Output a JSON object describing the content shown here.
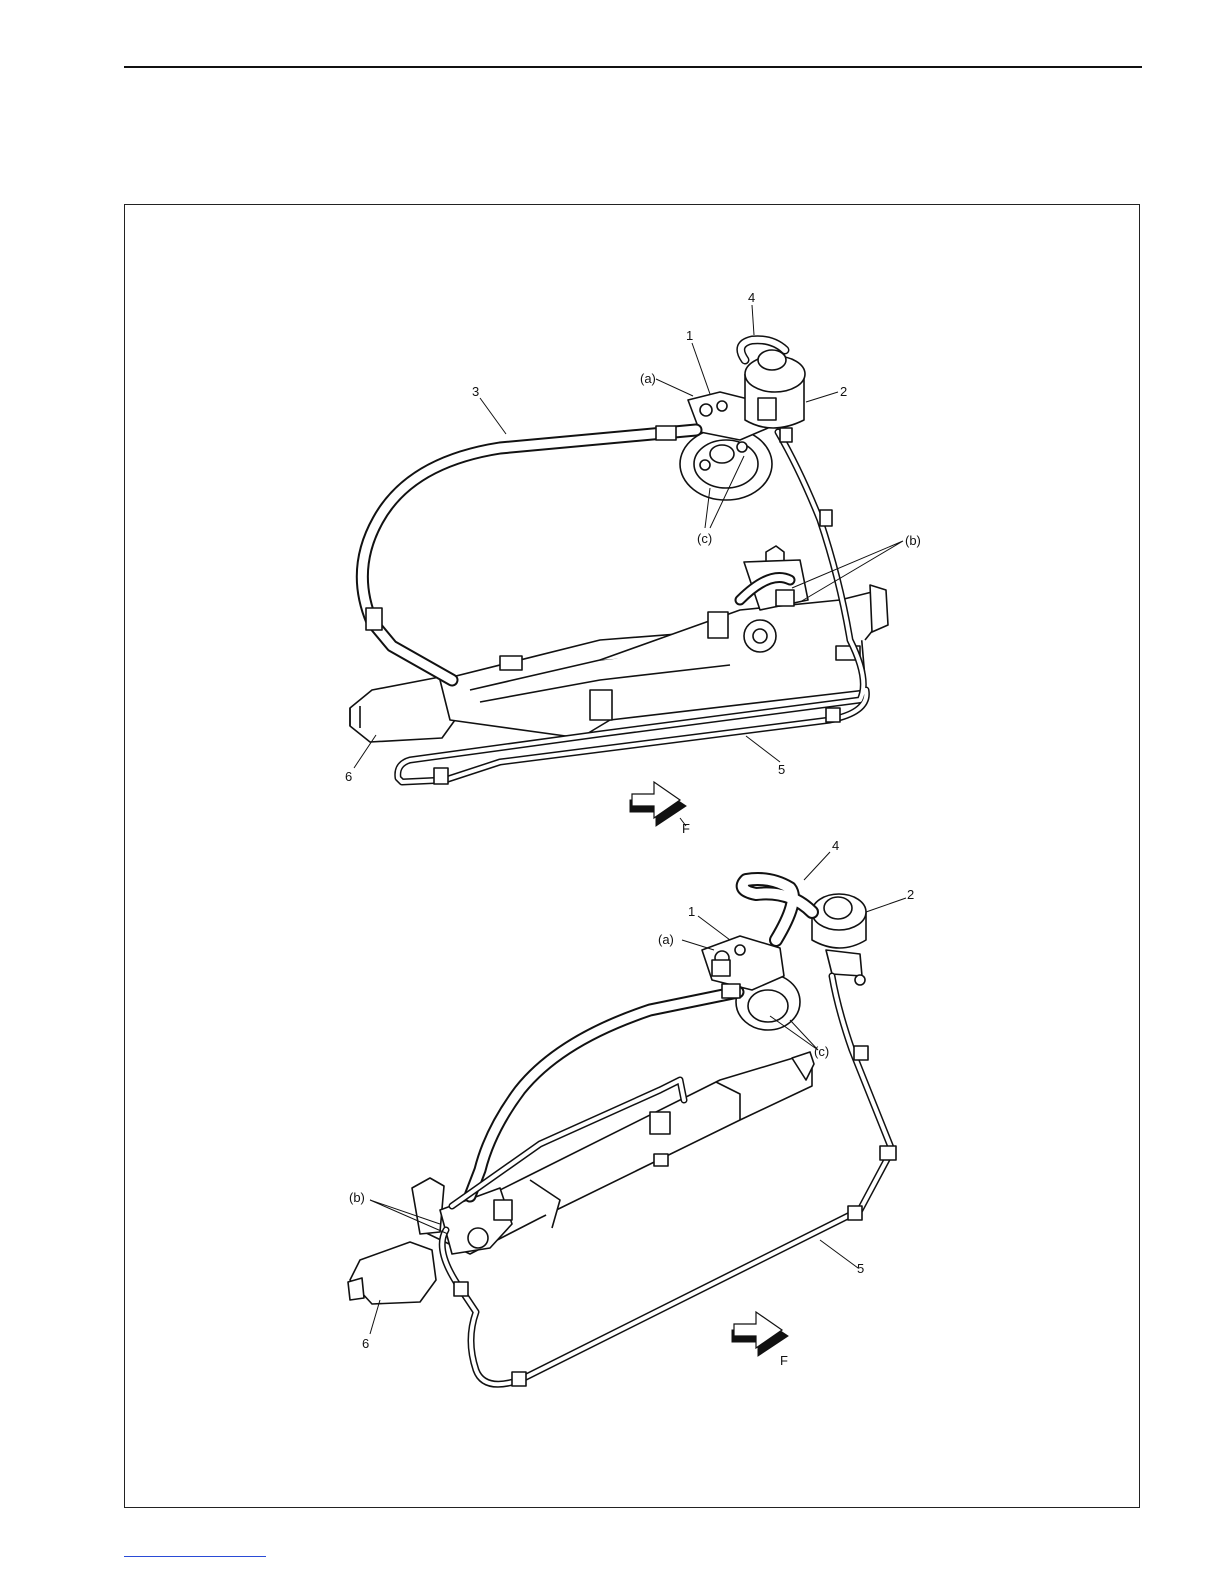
{
  "figure": {
    "top_view": {
      "callouts": {
        "c1": "1",
        "c2": "2",
        "c3": "3",
        "c4": "4",
        "c5": "5",
        "c6": "6",
        "ca": "(a)",
        "cb": "(b)",
        "cc": "(c)",
        "cf": "F"
      }
    },
    "bottom_view": {
      "callouts": {
        "c1": "1",
        "c2": "2",
        "c4": "4",
        "c5": "5",
        "c6": "6",
        "ca": "(a)",
        "cb": "(b)",
        "cc": "(c)",
        "cf": "F"
      }
    }
  },
  "icons": {
    "front_arrow": "front-direction-arrow-icon"
  }
}
